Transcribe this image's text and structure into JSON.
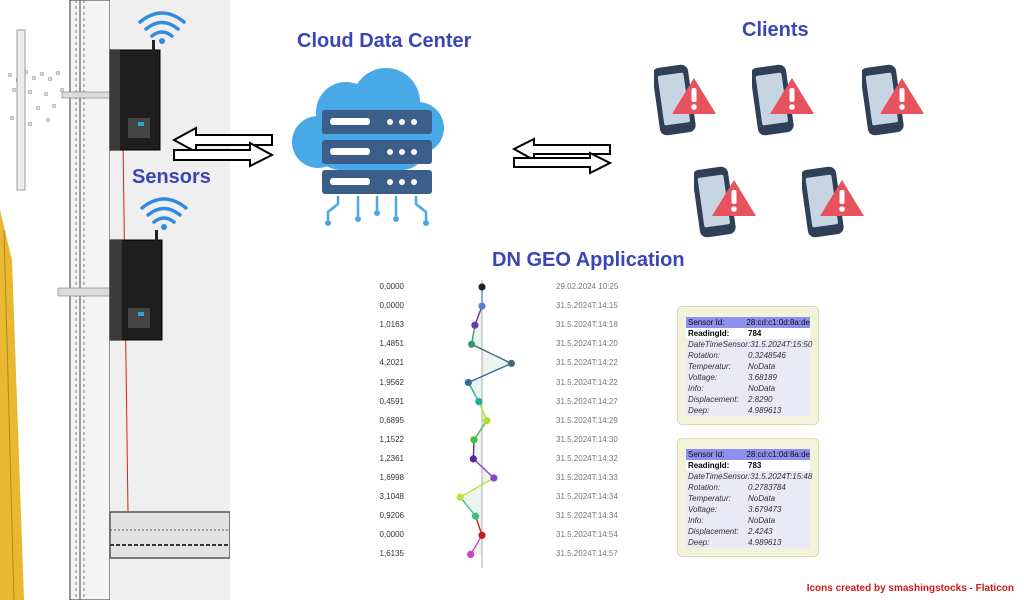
{
  "labels": {
    "cloud": "Cloud Data Center",
    "clients": "Clients",
    "sensors": "Sensors",
    "app": "DN GEO Application",
    "credit": "Icons created by smashingstocks - Flaticon"
  },
  "readings": [
    {
      "value": "0,0000",
      "time": "29.02.2024 10:25",
      "color": "#222222"
    },
    {
      "value": "0,0000",
      "time": "31.5.2024T:14:15",
      "color": "#5a7fd0"
    },
    {
      "value": "1,0163",
      "time": "31.5.2024T:14:18",
      "color": "#6a3aa8"
    },
    {
      "value": "1,4851",
      "time": "31.5.2024T:14:20",
      "color": "#2f9a78"
    },
    {
      "value": "4,2021",
      "time": "31.5.2024T:14:22",
      "color": "#4a6a7a"
    },
    {
      "value": "1,9562",
      "time": "31.5.2024T:14:22",
      "color": "#3a6aa0"
    },
    {
      "value": "0,4591",
      "time": "31.5.2024T:14:27",
      "color": "#20b0a0"
    },
    {
      "value": "0,6895",
      "time": "31.5.2024T:14:29",
      "color": "#b0e020"
    },
    {
      "value": "1,1522",
      "time": "31.5.2024T:14:30",
      "color": "#40c040"
    },
    {
      "value": "1,2361",
      "time": "31.5.2024T:14:32",
      "color": "#5a2a9a"
    },
    {
      "value": "1,6998",
      "time": "31.5.2024T:14:33",
      "color": "#8a40d0"
    },
    {
      "value": "3,1048",
      "time": "31.5.2024T:14:34",
      "color": "#c0e040"
    },
    {
      "value": "0,9206",
      "time": "31.5.2024T:14:34",
      "color": "#40c080"
    },
    {
      "value": "0,0000",
      "time": "31.5.2024T:14:54",
      "color": "#c02020"
    },
    {
      "value": "1,6135",
      "time": "31.5.2024T:14:57",
      "color": "#d040c0"
    }
  ],
  "cards": [
    {
      "sensor_id_label": "Sensor Id:",
      "sensor_id": "28:cd:c1:0d:8a:de",
      "reading_id_label": "ReadingId:",
      "reading_id": "784",
      "datetime_label": "DateTimeSensor:",
      "datetime": "31.5.2024T:15:50",
      "rows": [
        {
          "k": "Rotation:",
          "v": "0.3248546"
        },
        {
          "k": "Temperatur:",
          "v": "NoData"
        },
        {
          "k": "Voltage:",
          "v": "3.68189"
        },
        {
          "k": "Info:",
          "v": "NoData"
        },
        {
          "k": "Displacement:",
          "v": "2.8290"
        },
        {
          "k": "Deep:",
          "v": "4.989613"
        }
      ]
    },
    {
      "sensor_id_label": "Sensor Id:",
      "sensor_id": "28:cd:c1:0d:8a:de",
      "reading_id_label": "ReadingId:",
      "reading_id": "783",
      "datetime_label": "DateTimeSensor:",
      "datetime": "31.5.2024T:15:48",
      "rows": [
        {
          "k": "Rotation:",
          "v": "0.2783784"
        },
        {
          "k": "Temperatur:",
          "v": "NoData"
        },
        {
          "k": "Voltage:",
          "v": "3.679473"
        },
        {
          "k": "Info:",
          "v": "NoData"
        },
        {
          "k": "Displacement:",
          "v": "2.4243"
        },
        {
          "k": "Deep:",
          "v": "4.989613"
        }
      ]
    }
  ]
}
